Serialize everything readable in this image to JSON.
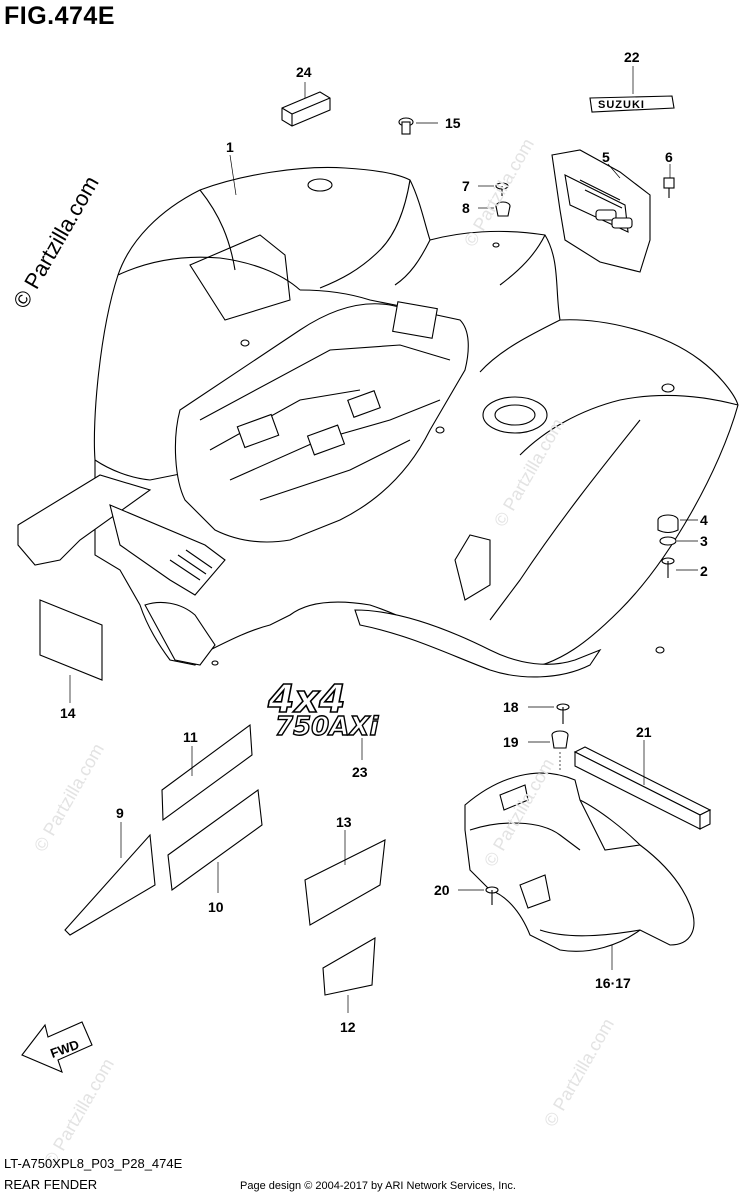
{
  "figure": {
    "title": "FIG.474E"
  },
  "watermark": {
    "main": "© Partzilla.com",
    "faint": "© Partzilla.com"
  },
  "callouts": [
    {
      "id": "c1",
      "text": "1"
    },
    {
      "id": "c2",
      "text": "2"
    },
    {
      "id": "c3",
      "text": "3"
    },
    {
      "id": "c4",
      "text": "4"
    },
    {
      "id": "c5",
      "text": "5"
    },
    {
      "id": "c6",
      "text": "6"
    },
    {
      "id": "c7",
      "text": "7"
    },
    {
      "id": "c8",
      "text": "8"
    },
    {
      "id": "c9",
      "text": "9"
    },
    {
      "id": "c10",
      "text": "10"
    },
    {
      "id": "c11",
      "text": "11"
    },
    {
      "id": "c12",
      "text": "12"
    },
    {
      "id": "c13",
      "text": "13"
    },
    {
      "id": "c14",
      "text": "14"
    },
    {
      "id": "c15",
      "text": "15"
    },
    {
      "id": "c16",
      "text": "16·17"
    },
    {
      "id": "c18",
      "text": "18"
    },
    {
      "id": "c19",
      "text": "19"
    },
    {
      "id": "c20",
      "text": "20"
    },
    {
      "id": "c21",
      "text": "21"
    },
    {
      "id": "c22",
      "text": "22"
    },
    {
      "id": "c23",
      "text": "23"
    },
    {
      "id": "c24",
      "text": "24"
    }
  ],
  "emblems": {
    "brand": "SUZUKI",
    "drive": "4x4",
    "model": "750AXi",
    "direction": "FWD"
  },
  "footer": {
    "code": "LT-A750XPL8_P03_P28_474E",
    "title": "REAR FENDER",
    "copyright": "Page design © 2004-2017 by ARI Network Services, Inc."
  }
}
